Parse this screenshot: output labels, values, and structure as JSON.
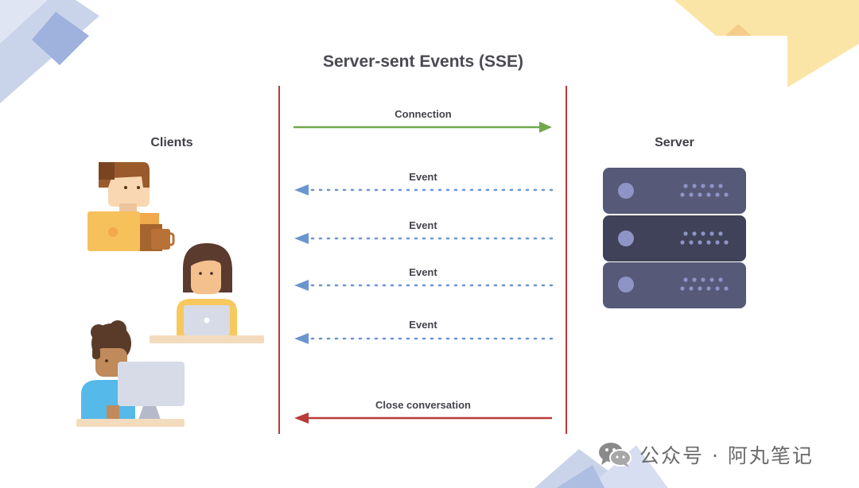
{
  "diagram": {
    "title": "Server-sent Events (SSE)",
    "clients_label": "Clients",
    "server_label": "Server",
    "messages": [
      {
        "label": "Connection",
        "direction": "to-server",
        "style": "solid",
        "color": "#72a84d"
      },
      {
        "label": "Event",
        "direction": "to-client",
        "style": "dotted",
        "color": "#6a96cd"
      },
      {
        "label": "Event",
        "direction": "to-client",
        "style": "dotted",
        "color": "#6a96cd"
      },
      {
        "label": "Event",
        "direction": "to-client",
        "style": "dotted",
        "color": "#6a96cd"
      },
      {
        "label": "Event",
        "direction": "to-client",
        "style": "dotted",
        "color": "#6a96cd"
      },
      {
        "label": "Close conversation",
        "direction": "to-client",
        "style": "solid",
        "color": "#b83a3a"
      }
    ],
    "lifeline_color": "#b83a3a",
    "server_rack_units": 3,
    "client_icons": [
      "person-with-laptop-and-mug-icon",
      "person-with-laptop-icon",
      "person-at-monitor-icon"
    ]
  },
  "watermark": {
    "text": "公众号 · 阿丸笔记",
    "icon": "wechat-icon"
  }
}
